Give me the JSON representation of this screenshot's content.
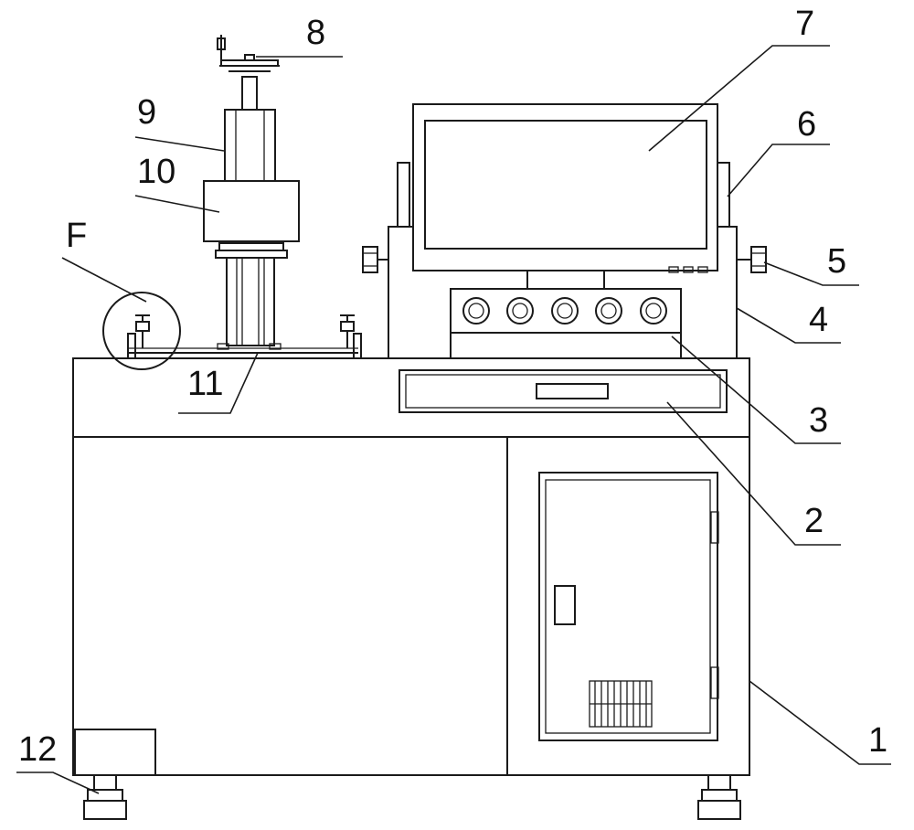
{
  "labels": {
    "l1": "1",
    "l2": "2",
    "l3": "3",
    "l4": "4",
    "l5": "5",
    "l6": "6",
    "l7": "7",
    "l8": "8",
    "l9": "9",
    "l10": "10",
    "l11": "11",
    "l12": "12",
    "lF": "F"
  },
  "colors": {
    "line": "#1a1a1a",
    "background": "#ffffff"
  }
}
